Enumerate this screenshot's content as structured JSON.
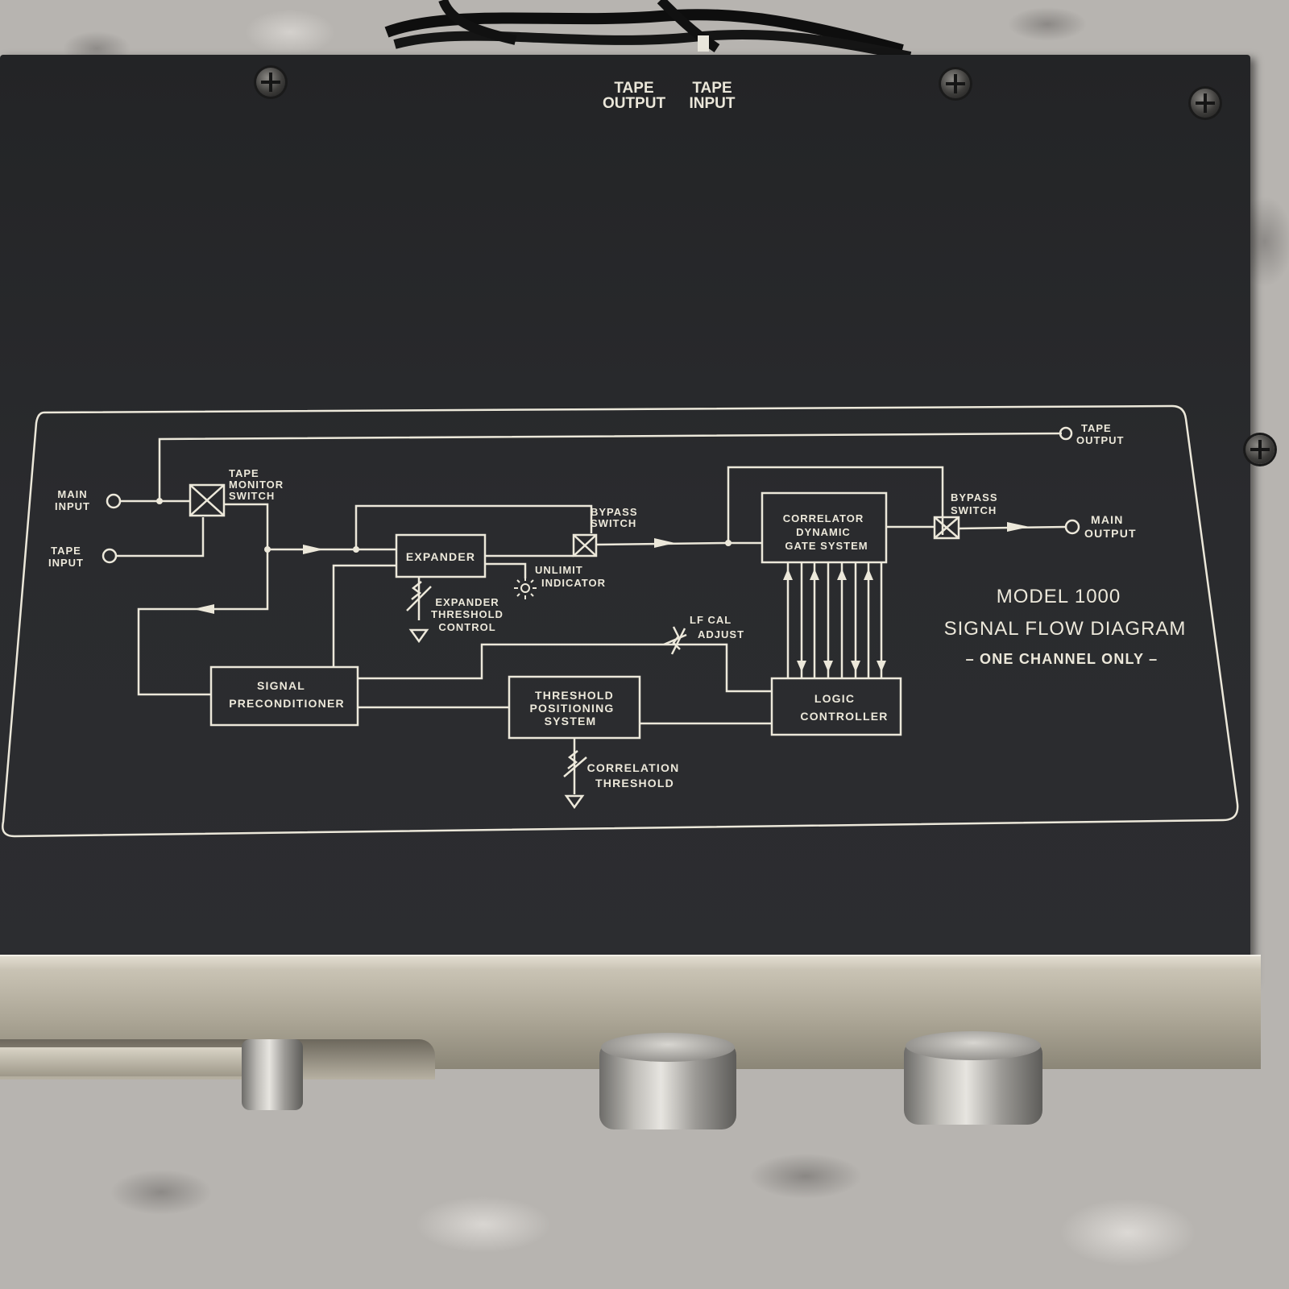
{
  "rear_labels": {
    "tape_output": "TAPE\nOUTPUT",
    "tape_input": "TAPE\nINPUT"
  },
  "diagram": {
    "main_input": [
      "MAIN",
      "INPUT"
    ],
    "tape_input": [
      "TAPE",
      "INPUT"
    ],
    "tape_monitor_switch": [
      "TAPE",
      "MONITOR",
      "SWITCH"
    ],
    "expander": "EXPANDER",
    "bypass_switch_1": [
      "BYPASS",
      "SWITCH"
    ],
    "unlimit_indicator": [
      "UNLIMIT",
      "INDICATOR"
    ],
    "expander_threshold_control": [
      "EXPANDER",
      "THRESHOLD",
      "CONTROL"
    ],
    "correlator": [
      "CORRELATOR",
      "DYNAMIC",
      "GATE  SYSTEM"
    ],
    "bypass_switch_2": [
      "BYPASS",
      "SWITCH"
    ],
    "main_output": [
      "MAIN",
      "OUTPUT"
    ],
    "tape_output": [
      "TAPE",
      "OUTPUT"
    ],
    "lf_cal_adjust": [
      "LF CAL",
      "ADJUST"
    ],
    "signal_preconditioner": [
      "SIGNAL",
      "PRECONDITIONER"
    ],
    "threshold_positioning": [
      "THRESHOLD",
      "POSITIONING",
      "SYSTEM"
    ],
    "logic_controller": [
      "LOGIC",
      "CONTROLLER"
    ],
    "correlation_threshold": [
      "CORRELATION",
      "THRESHOLD"
    ],
    "title_model": "MODEL 1000",
    "title_main": "SIGNAL  FLOW  DIAGRAM",
    "title_sub": "– ONE  CHANNEL  ONLY –"
  },
  "colors": {
    "panel": "#2a2b2e",
    "silkscreen": "#ece8da",
    "front_panel": "#c9c3b4"
  }
}
